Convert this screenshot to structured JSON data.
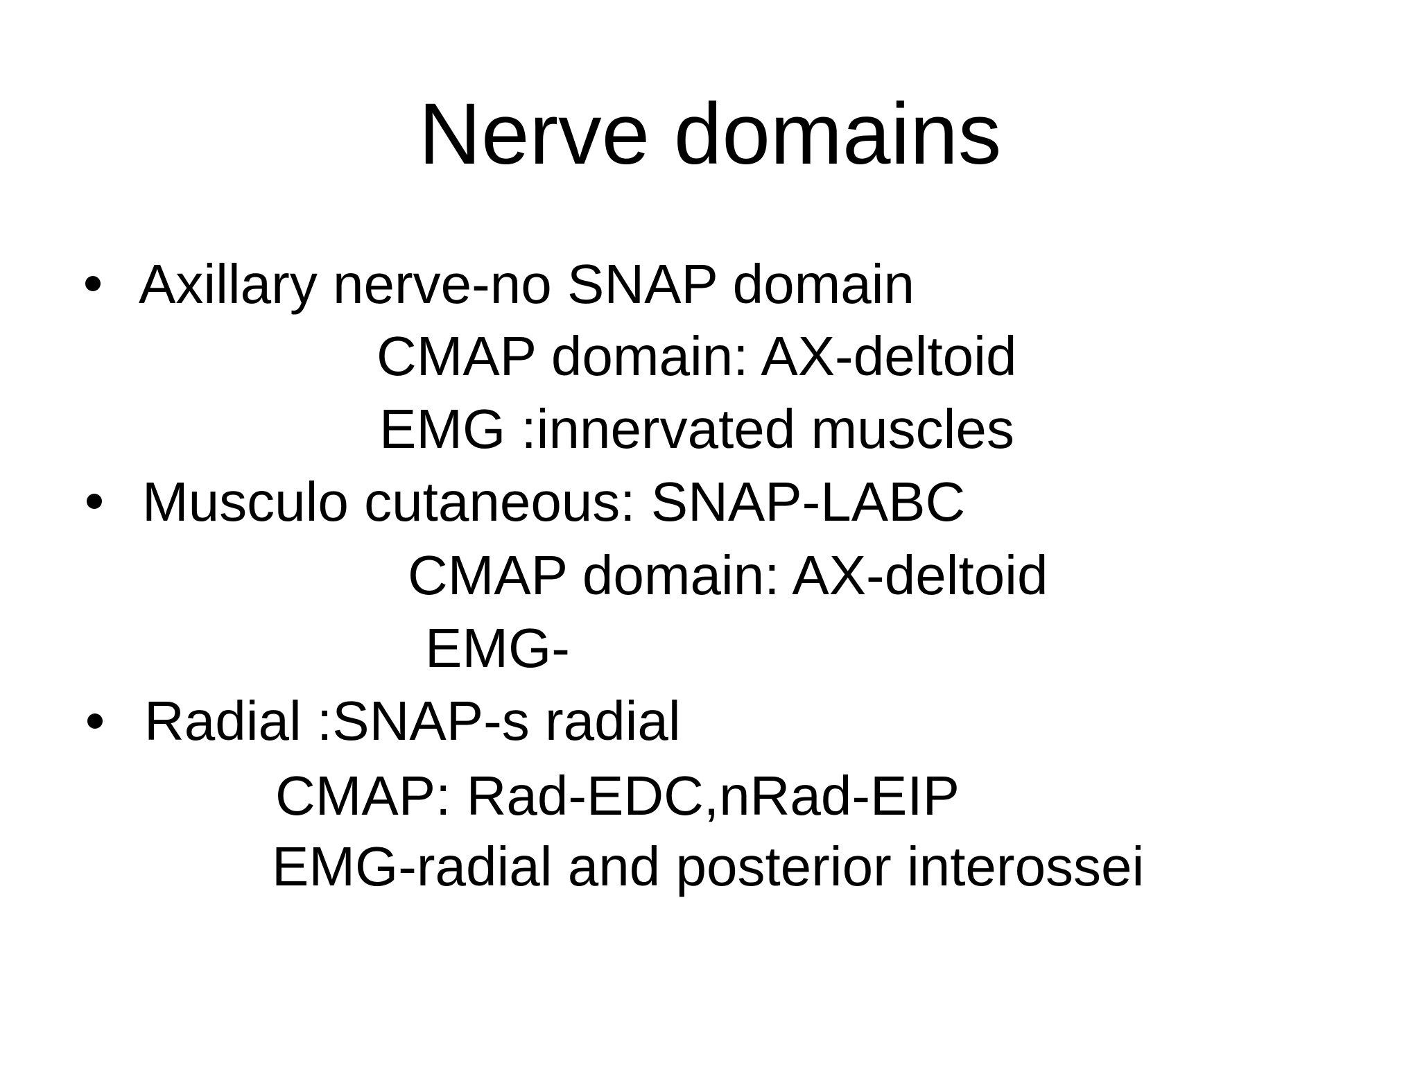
{
  "slide": {
    "title": "Nerve domains",
    "colors": {
      "text": "#000000",
      "background": "#ffffff"
    },
    "bullets": [
      {
        "main": "Axillary nerve-no SNAP domain",
        "sub": [
          "CMAP domain: AX-deltoid",
          "EMG :innervated muscles"
        ]
      },
      {
        "main": "Musculo cutaneous: SNAP-LABC",
        "sub": [
          "CMAP domain: AX-deltoid",
          "EMG-"
        ]
      },
      {
        "main": "Radial :SNAP-s radial",
        "sub": [
          "CMAP: Rad-EDC,nRad-EIP",
          "EMG-radial and posterior interossei"
        ]
      }
    ]
  }
}
